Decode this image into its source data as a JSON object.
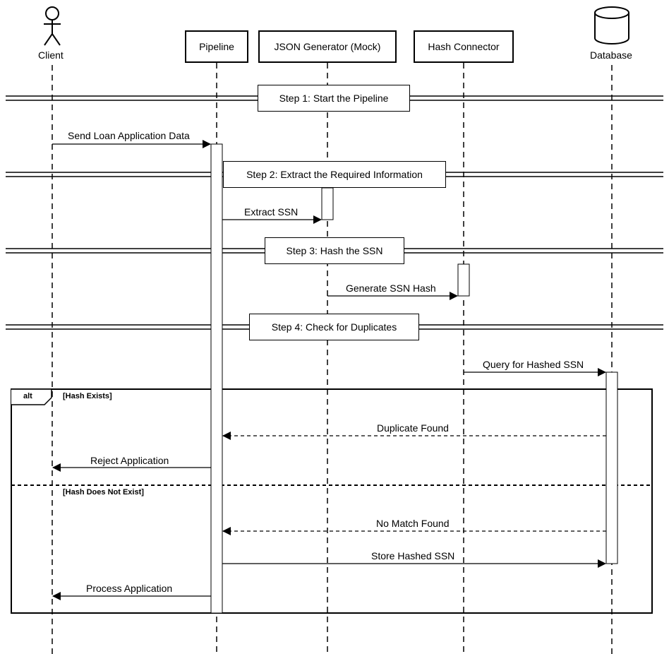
{
  "participants": [
    {
      "id": "client",
      "label": "Client",
      "kind": "actor"
    },
    {
      "id": "pipeline",
      "label": "Pipeline",
      "kind": "box"
    },
    {
      "id": "jsongen",
      "label": "JSON Generator (Mock)",
      "kind": "box"
    },
    {
      "id": "hash",
      "label": "Hash Connector",
      "kind": "box"
    },
    {
      "id": "db",
      "label": "Database",
      "kind": "database"
    }
  ],
  "steps": [
    {
      "label": "Step 1: Start the Pipeline"
    },
    {
      "label": "Step 2: Extract the Required Information"
    },
    {
      "label": "Step 3: Hash the SSN"
    },
    {
      "label": "Step 4: Check for Duplicates"
    }
  ],
  "messages": [
    {
      "label": "Send Loan Application Data",
      "from": "client",
      "to": "pipeline",
      "style": "solid"
    },
    {
      "label": "Extract SSN",
      "from": "pipeline",
      "to": "jsongen",
      "style": "solid"
    },
    {
      "label": "Generate SSN Hash",
      "from": "jsongen",
      "to": "hash",
      "style": "solid"
    },
    {
      "label": "Query for Hashed SSN",
      "from": "hash",
      "to": "db",
      "style": "solid"
    },
    {
      "label": "Duplicate Found",
      "from": "db",
      "to": "pipeline",
      "style": "dashed"
    },
    {
      "label": "Reject Application",
      "from": "pipeline",
      "to": "client",
      "style": "solid"
    },
    {
      "label": "No Match Found",
      "from": "db",
      "to": "pipeline",
      "style": "dashed"
    },
    {
      "label": "Store Hashed SSN",
      "from": "pipeline",
      "to": "db",
      "style": "solid"
    },
    {
      "label": "Process Application",
      "from": "pipeline",
      "to": "client",
      "style": "solid"
    }
  ],
  "alt_fragment": {
    "operator": "alt",
    "guards": [
      "[Hash Exists]",
      "[Hash Does Not Exist]"
    ]
  }
}
